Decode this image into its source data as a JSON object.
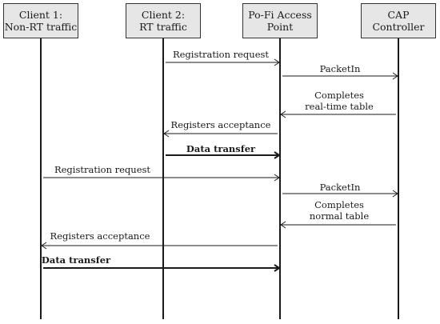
{
  "actors": [
    {
      "id": "client1",
      "label": "Client 1:\nNon-RT traffic"
    },
    {
      "id": "client2",
      "label": "Client 2:\nRT traffic"
    },
    {
      "id": "ap",
      "label": "Po-Fi Access\nPoint"
    },
    {
      "id": "cap",
      "label": "CAP\nController"
    }
  ],
  "messages": [
    {
      "from": "client2",
      "to": "ap",
      "label": "Registration request",
      "bold": false
    },
    {
      "from": "ap",
      "to": "cap",
      "label": "PacketIn",
      "bold": false
    },
    {
      "from": "cap",
      "to": "ap",
      "label": "Completes\nreal-time  table",
      "bold": false
    },
    {
      "from": "ap",
      "to": "client2",
      "label": "Registers acceptance",
      "bold": false
    },
    {
      "from": "client2",
      "to": "ap",
      "label": "Data transfer",
      "bold": true
    },
    {
      "from": "client1",
      "to": "ap",
      "label": "Registration request",
      "bold": false
    },
    {
      "from": "ap",
      "to": "cap",
      "label": "PacketIn",
      "bold": false
    },
    {
      "from": "cap",
      "to": "ap",
      "label": "Completes\nnormal  table",
      "bold": false
    },
    {
      "from": "ap",
      "to": "client1",
      "label": "Registers acceptance",
      "bold": false
    },
    {
      "from": "client1",
      "to": "ap",
      "label": "Data transfer",
      "bold": true
    }
  ]
}
